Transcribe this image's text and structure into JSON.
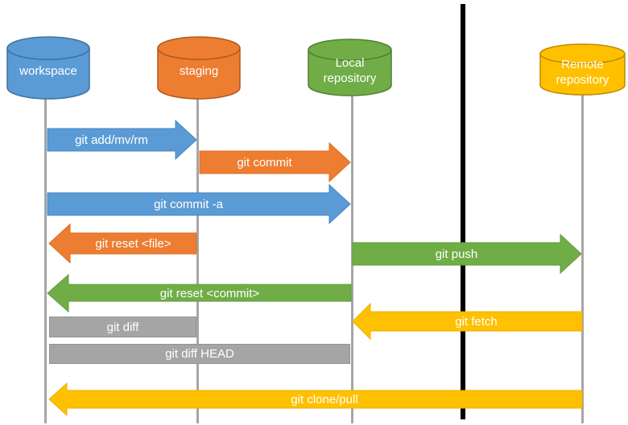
{
  "diagram": {
    "background": "#ffffff",
    "lifeline_color": "#A6A6A6",
    "divider": {
      "meaning": "local-remote-separator",
      "color": "#000000"
    },
    "nodes": [
      {
        "id": "workspace",
        "label": "workspace",
        "color": "#5B9BD5",
        "border": "#41719C"
      },
      {
        "id": "staging",
        "label": "staging",
        "color": "#ED7D31",
        "border": "#AE5A21"
      },
      {
        "id": "local-repository",
        "label": "Local repository",
        "color": "#70AD47",
        "border": "#507E32"
      },
      {
        "id": "remote-repository",
        "label": "Remote repository",
        "color": "#FFC000",
        "border": "#BC8C00"
      }
    ],
    "arrows": [
      {
        "label": "git add/mv/rm",
        "from": "workspace",
        "to": "staging",
        "direction": "right",
        "color": "#5B9BD5",
        "border": "#4385C6"
      },
      {
        "label": "git commit",
        "from": "staging",
        "to": "local-repository",
        "direction": "right",
        "color": "#ED7D31",
        "border": "#D86E27"
      },
      {
        "label": "git commit -a",
        "from": "workspace",
        "to": "local-repository",
        "direction": "right",
        "color": "#5B9BD5",
        "border": "#4385C6"
      },
      {
        "label": "git reset <file>",
        "from": "staging",
        "to": "workspace",
        "direction": "left",
        "color": "#ED7D31",
        "border": "#D86E27"
      },
      {
        "label": "git push",
        "from": "local-repository",
        "to": "remote-repository",
        "direction": "right",
        "color": "#70AD47",
        "border": "#62993E"
      },
      {
        "label": "git reset <commit>",
        "from": "local-repository",
        "to": "workspace",
        "direction": "left",
        "color": "#70AD47",
        "border": "#62993E"
      },
      {
        "label": "git diff",
        "from": "workspace",
        "to": "staging",
        "direction": "none",
        "color": "#A5A5A5",
        "border": "#939393"
      },
      {
        "label": "git fetch",
        "from": "remote-repository",
        "to": "local-repository",
        "direction": "left",
        "color": "#FFC000",
        "border": "#E8B200"
      },
      {
        "label": "git diff HEAD",
        "from": "workspace",
        "to": "local-repository",
        "direction": "none",
        "color": "#A5A5A5",
        "border": "#939393"
      },
      {
        "label": "git clone/pull",
        "from": "remote-repository",
        "to": "workspace",
        "direction": "left",
        "color": "#FFC000",
        "border": "#E8B200"
      }
    ]
  }
}
